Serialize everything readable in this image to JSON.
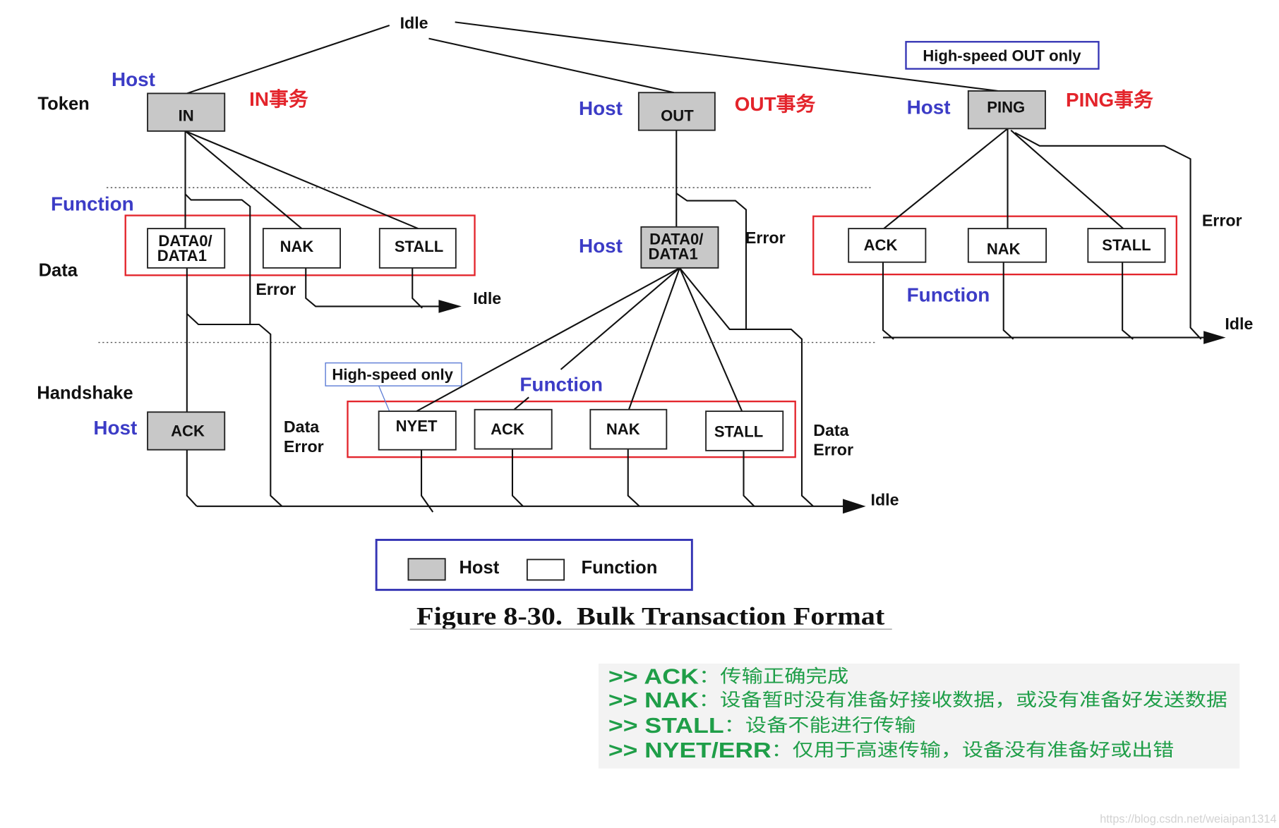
{
  "diagram": {
    "idle_top": "Idle",
    "rows": {
      "token": "Token",
      "data": "Data",
      "handshake": "Handshake"
    },
    "in": {
      "token_host": "Host",
      "token": "IN",
      "title": "IN事务",
      "data_function": "Function",
      "data_packet": [
        "DATA0/",
        "DATA1"
      ],
      "nak": "NAK",
      "stall": "STALL",
      "error": "Error",
      "idle": "Idle",
      "handshake_host": "Host",
      "ack": "ACK",
      "data_error": [
        "Data",
        "Error"
      ]
    },
    "out": {
      "token_host": "Host",
      "token": "OUT",
      "title": "OUT事务",
      "data_host": "Host",
      "data_packet": [
        "DATA0/",
        "DATA1"
      ],
      "error": "Error",
      "high_speed_note": "High-speed only",
      "handshake_function": "Function",
      "nyet": "NYET",
      "ack": "ACK",
      "nak": "NAK",
      "stall": "STALL",
      "data_error": [
        "Data",
        "Error"
      ],
      "idle": "Idle"
    },
    "ping": {
      "note": "High-speed OUT only",
      "token_host": "Host",
      "token": "PING",
      "title": "PING事务",
      "ack": "ACK",
      "nak": "NAK",
      "stall": "STALL",
      "error": "Error",
      "function": "Function",
      "idle": "Idle"
    },
    "legend": {
      "host": "Host",
      "function": "Function"
    },
    "caption": "Figure 8-30.  Bulk Transaction Format"
  },
  "notes": [
    {
      "key": ">> ACK",
      "desc": "：传输正确完成"
    },
    {
      "key": ">> NAK",
      "desc": "：设备暂时没有准备好接收数据，或没有准备好发送数据"
    },
    {
      "key": ">> STALL",
      "desc": "：设备不能进行传输"
    },
    {
      "key": ">> NYET/ERR",
      "desc": "：仅用于高速传输，设备没有准备好或出错"
    }
  ],
  "watermark": "https://blog.csdn.net/weiaipan1314",
  "colors": {
    "host_label": "#3c3cc6",
    "transaction_title": "#e3242b",
    "note_text": "#1f9e48",
    "host_packet_fill": "#c8c8c8",
    "group_outline": "#e3242b",
    "note_outline": "#3434b4"
  }
}
